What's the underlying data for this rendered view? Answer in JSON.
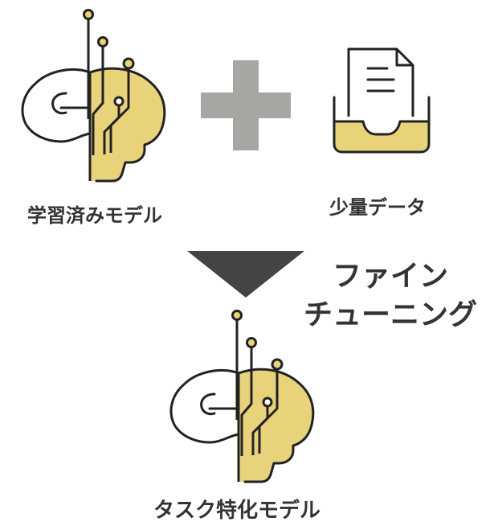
{
  "labels": {
    "pretrained_model": "学習済みモデル",
    "small_data": "少量データ",
    "finetune_line1": "ファイン",
    "finetune_line2": "チューニング",
    "task_model": "タスク特化モデル"
  },
  "colors": {
    "accent_yellow": "#E8D27A",
    "outline": "#222222",
    "plus_gray": "#A8A6A3",
    "arrow_dark": "#444444",
    "text": "#333333"
  },
  "icons": {
    "brain_top": "brain-circuit-icon",
    "plus": "plus-icon",
    "data_tray": "document-tray-icon",
    "arrow": "down-triangle-icon",
    "brain_bottom": "brain-circuit-icon"
  }
}
